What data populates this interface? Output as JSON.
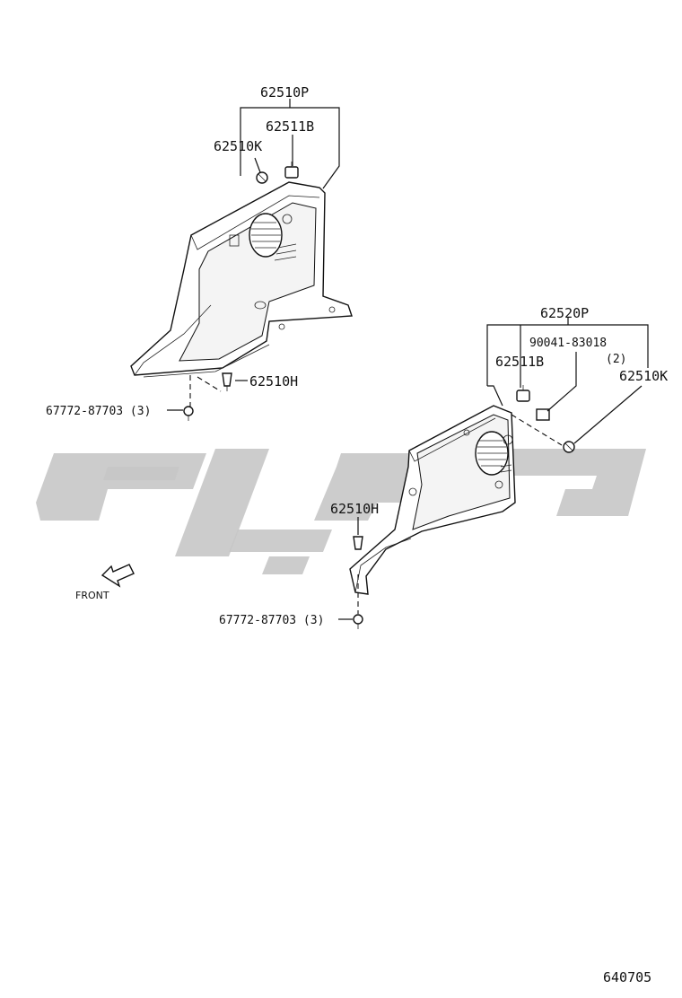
{
  "labels": {
    "left_assembly": "62510P",
    "left_clip_b": "62511B",
    "left_clip_k": "62510K",
    "left_clip_h": "62510H",
    "left_screw": "67772-87703 (3)",
    "right_assembly": "62520P",
    "right_nut": "90041-83018",
    "right_nut_qty": "(2)",
    "right_clip_b": "62511B",
    "right_clip_k": "62510K",
    "right_clip_h": "62510H",
    "right_screw": "67772-87703 (3)",
    "front": "FRONT",
    "diagram_number": "640705"
  },
  "colors": {
    "line": "#111111",
    "watermark": "#c6c6c6",
    "panel_fill": "#ffffff"
  },
  "icons": {
    "front_arrow": "front-arrow-icon",
    "watermark": "watermark-logo"
  }
}
